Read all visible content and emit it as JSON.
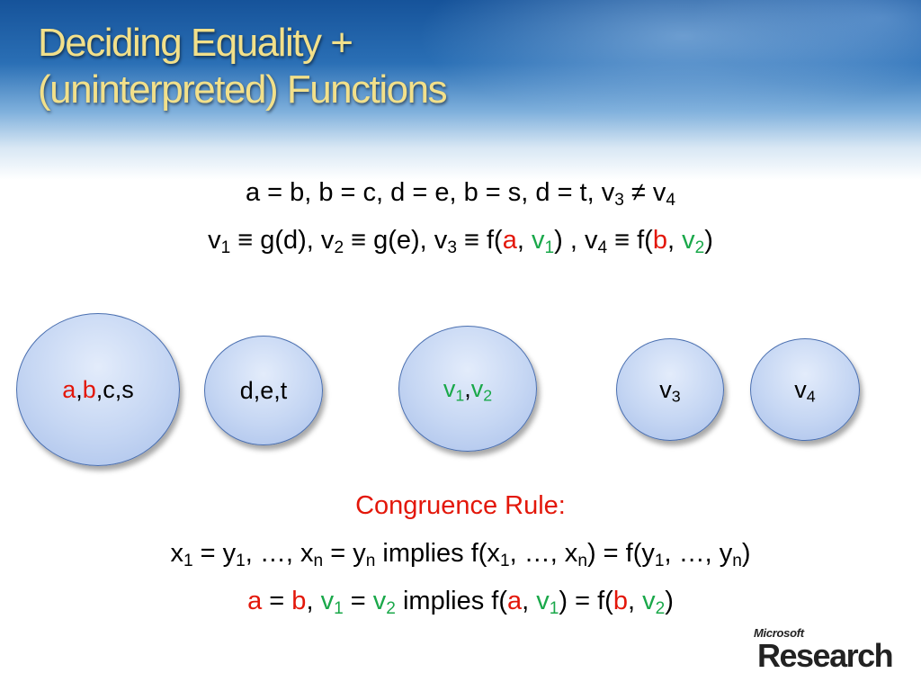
{
  "title": {
    "line1": "Deciding Equality +",
    "line2": "(uninterpreted) Functions"
  },
  "equations": {
    "line1": {
      "text": "a = b, b = c, d = e, b = s, d = t, v",
      "sub_a": "3",
      "neq": " ≠ v",
      "sub_b": "4"
    },
    "line2": {
      "v1": "v",
      "v1_sub": "1",
      "v1_def": " ≡ g(d), v",
      "v2_sub": "2",
      "v2_def": " ≡ g(e), v",
      "v3_sub": "3",
      "v3_def": " ≡ f(",
      "arg_a": "a",
      "comma1": ", ",
      "arg_v1": "v",
      "arg_v1_sub": "1",
      "mid": ") , v",
      "v4_sub": "4",
      "v4_def": " ≡ f(",
      "arg_b": "b",
      "comma2": ", ",
      "arg_v2": "v",
      "arg_v2_sub": "2",
      "close": ")"
    }
  },
  "classes": [
    {
      "label_parts": [
        "a",
        ",",
        "b",
        ",c,s"
      ]
    },
    {
      "label": "d,e,t"
    },
    {
      "label_v1": "v",
      "sub1": "1",
      "comma": ",",
      "label_v2": "v",
      "sub2": "2"
    },
    {
      "label": "v",
      "sub": "3"
    },
    {
      "label": "v",
      "sub": "4"
    }
  ],
  "rule": {
    "title": "Congruence Rule:",
    "general": {
      "x": "x",
      "s1": "1",
      "t1": " = y",
      "s2": "1",
      "t2": ", …, x",
      "s3": "n",
      "t3": " = y",
      "s4": "n",
      "t4": " implies f(x",
      "s5": "1",
      "t5": ", …, x",
      "s6": "n",
      "t6": ") = f(y",
      "s7": "1",
      "t7": ", …, y",
      "s8": "n",
      "t8": ")"
    },
    "instance": {
      "a": "a",
      "eq1": " = ",
      "b": "b",
      "c1": ", ",
      "v1": "v",
      "v1s": "1",
      "eq2": " = ",
      "v2": "v",
      "v2s": "2",
      "imp": " implies f(",
      "a2": "a",
      "c2": ", ",
      "v1b": "v",
      "v1bs": "1",
      "mid": ") = f(",
      "b2": "b",
      "c3": ", ",
      "v2b": "v",
      "v2bs": "2",
      "close": ")"
    }
  },
  "logo": {
    "microsoft": "Microsoft",
    "research": "Research"
  },
  "colors": {
    "title": "#f2e08a",
    "highlight_red": "#e3170a",
    "highlight_green": "#1aa84a"
  }
}
